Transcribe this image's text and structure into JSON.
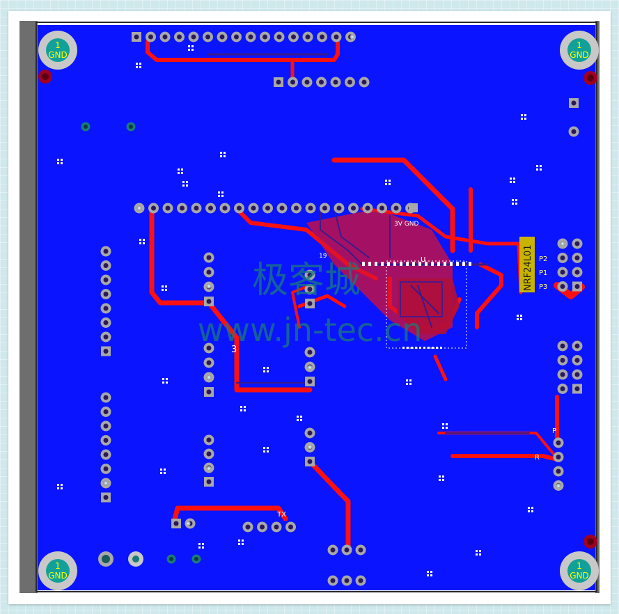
{
  "board": {
    "gnd_label_number": "1",
    "gnd_label": "GND",
    "module_label": "NRF24L01",
    "power_label": "3V GND",
    "ref_u": "U",
    "ref_19": "19",
    "ref_3": "3",
    "ref_tx": "TX",
    "pin_labels": [
      "P2",
      "P1",
      "P3"
    ],
    "ref_p": "P",
    "ref_r": "R"
  },
  "watermark": {
    "chinese": "极客城",
    "url": "www.jn-tec.cn"
  },
  "colors": {
    "copper_plane": "#0a14ff",
    "top_trace": "#ff1010",
    "bottom_trace": "#3a1a8a",
    "pad_gray": "#a8a8a8",
    "board_edge": "#5a5a5a",
    "silkscreen": "#ffff00",
    "module": "#c8b400",
    "watermark": "#1a7a7a"
  }
}
